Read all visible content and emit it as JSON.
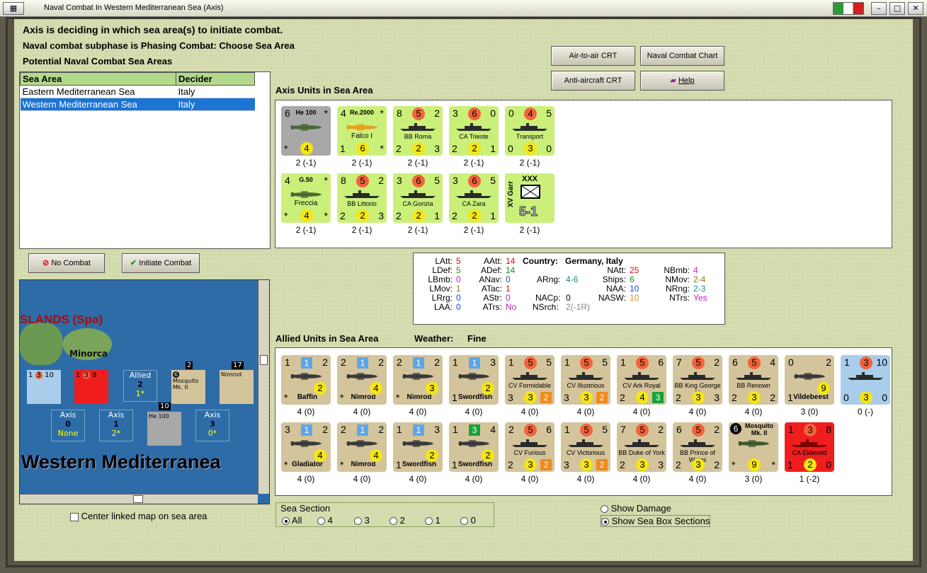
{
  "window": {
    "title": "Naval Combat In Western Mediterranean Sea (Axis)"
  },
  "header": {
    "line1": "Axis is deciding in which sea area(s) to initiate combat.",
    "line2": "Naval combat subphase is Phasing Combat: Choose Sea Area",
    "line3": "Potential Naval Combat Sea Areas"
  },
  "sea_table": {
    "col1": "Sea Area",
    "col2": "Decider",
    "rows": [
      {
        "area": "Eastern Mediterranean Sea",
        "decider": "Italy"
      },
      {
        "area": "Western Mediterranean Sea",
        "decider": "Italy"
      }
    ]
  },
  "buttons": {
    "air_to_air": "Air-to-air CRT",
    "naval_chart": "Naval Combat Chart",
    "anti_aircraft": "Anti-aircraft CRT",
    "help": "Help",
    "no_combat": "No Combat",
    "initiate": "Initiate Combat"
  },
  "axis_title": "Axis Units in Sea Area",
  "axis_units": [
    {
      "tl": "6",
      "name": "He 100",
      "tr": "*",
      "label": "",
      "bl": "*",
      "bc": "4",
      "br": "",
      "val": "2 (-1)"
    },
    {
      "tl": "4",
      "name": "Re.2000",
      "tr": "*",
      "label": "Falco I",
      "bl": "1",
      "bc": "6",
      "br": "*",
      "val": "2 (-1)"
    },
    {
      "tl": "8",
      "name": "5",
      "tr": "2",
      "label": "BB Roma",
      "bl": "2",
      "bc": "2",
      "br": "3",
      "val": "2 (-1)"
    },
    {
      "tl": "3",
      "name": "6",
      "tr": "0",
      "label": "CA Trieste",
      "bl": "2",
      "bc": "2",
      "br": "1",
      "val": "2 (-1)"
    },
    {
      "tl": "0",
      "name": "4",
      "tr": "5",
      "label": "Transport",
      "bl": "0",
      "bc": "3",
      "br": "0",
      "val": "2 (-1)"
    },
    {
      "tl": "4",
      "name": "G.50",
      "tr": "*",
      "label": "Freccia",
      "bl": "*",
      "bc": "4",
      "br": "*",
      "val": "2 (-1)"
    },
    {
      "tl": "8",
      "name": "5",
      "tr": "2",
      "label": "BB Littorio",
      "bl": "2",
      "bc": "2",
      "br": "3",
      "val": "2 (-1)"
    },
    {
      "tl": "3",
      "name": "6",
      "tr": "5",
      "label": "CA Gorizia",
      "bl": "2",
      "bc": "2",
      "br": "1",
      "val": "2 (-1)"
    },
    {
      "tl": "3",
      "name": "6",
      "tr": "5",
      "label": "CA Zara",
      "bl": "2",
      "bc": "2",
      "br": "1",
      "val": "2 (-1)"
    },
    {
      "tl": "XV Garr",
      "name": "XXX",
      "tr": "",
      "label": "5-1",
      "bl": "",
      "bc": "",
      "br": "",
      "val": "2 (-1)"
    }
  ],
  "stats": {
    "latt": "LAtt:",
    "latt_v": "5",
    "ldef": "LDef:",
    "ldef_v": "5",
    "lbmb": "LBmb:",
    "lbmb_v": "0",
    "lmov": "LMov:",
    "lmov_v": "1",
    "lrrg": "LRrg:",
    "lrrg_v": "0",
    "laa": "LAA:",
    "laa_v": "0",
    "aatt": "AAtt:",
    "aatt_v": "14",
    "adef": "ADef:",
    "adef_v": "14",
    "anav": "ANav:",
    "anav_v": "0",
    "atac": "ATac:",
    "atac_v": "1",
    "astr": "AStr:",
    "astr_v": "0",
    "atrs": "ATrs:",
    "atrs_v": "No",
    "country": "Country:",
    "country_v": "Germany, Italy",
    "arng": "ARng:",
    "arng_v": "4-6",
    "nacp": "NACp:",
    "nacp_v": "0",
    "nsrch": "NSrch:",
    "nsrch_v": "2(-1R)",
    "natt": "NAtt:",
    "natt_v": "25",
    "ships": "Ships:",
    "ships_v": "6",
    "naa": "NAA:",
    "naa_v": "10",
    "nasw": "NASW:",
    "nasw_v": "10",
    "nbmb": "NBmb:",
    "nbmb_v": "4",
    "nmov": "NMov:",
    "nmov_v": "2-4",
    "nrng": "NRng:",
    "nrng_v": "2-3",
    "ntrs": "NTrs:",
    "ntrs_v": "Yes"
  },
  "allied_title": "Allied Units in Sea Area",
  "weather_label": "Weather:",
  "weather": "Fine",
  "allied_units": [
    {
      "tl": "1",
      "mid": "1",
      "tr": "2",
      "label": "Baffin",
      "bl": "*",
      "bc": "2",
      "br": "",
      "val": "4 (0)",
      "kind": "air"
    },
    {
      "tl": "2",
      "mid": "1",
      "tr": "2",
      "label": "Nimrod",
      "bl": "*",
      "bc": "4",
      "br": "",
      "val": "4 (0)",
      "kind": "air"
    },
    {
      "tl": "2",
      "mid": "1",
      "tr": "2",
      "label": "Nimrod",
      "bl": "*",
      "bc": "3",
      "br": "",
      "val": "4 (0)",
      "kind": "air"
    },
    {
      "tl": "1",
      "mid": "1",
      "tr": "3",
      "label": "Swordfish",
      "bl": "1",
      "bc": "2",
      "br": "",
      "val": "4 (0)",
      "kind": "air"
    },
    {
      "tl": "1",
      "mid": "5",
      "tr": "5",
      "label": "CV Formidable",
      "bl": "3",
      "bc": "3",
      "br": "2",
      "val": "4 (0)",
      "kind": "cv"
    },
    {
      "tl": "1",
      "mid": "5",
      "tr": "5",
      "label": "CV Illustrious",
      "bl": "3",
      "bc": "3",
      "br": "2",
      "val": "4 (0)",
      "kind": "cv"
    },
    {
      "tl": "1",
      "mid": "5",
      "tr": "6",
      "label": "CV Ark Royal",
      "bl": "2",
      "bc": "4",
      "br": "3",
      "val": "4 (0)",
      "kind": "cvg"
    },
    {
      "tl": "7",
      "mid": "5",
      "tr": "2",
      "label": "BB King George V",
      "bl": "2",
      "bc": "3",
      "br": "3",
      "val": "4 (0)",
      "kind": "bb"
    },
    {
      "tl": "6",
      "mid": "5",
      "tr": "4",
      "label": "BB Renown",
      "bl": "2",
      "bc": "3",
      "br": "2",
      "val": "4 (0)",
      "kind": "bb"
    },
    {
      "tl": "0",
      "mid": "",
      "tr": "2",
      "label": "Vildebeest",
      "bl": "1",
      "bc": "9",
      "br": "",
      "val": "3 (0)",
      "kind": "air"
    },
    {
      "tl": "1",
      "mid": "3",
      "tr": "10",
      "label": "",
      "bl": "0",
      "bc": "3",
      "br": "0",
      "val": "0 (-)",
      "kind": "blue"
    },
    {
      "tl": "3",
      "mid": "1",
      "tr": "2",
      "label": "Gladiator",
      "bl": "*",
      "bc": "4",
      "br": "",
      "val": "4 (0)",
      "kind": "air"
    },
    {
      "tl": "2",
      "mid": "1",
      "tr": "2",
      "label": "Nimrod",
      "bl": "*",
      "bc": "4",
      "br": "",
      "val": "4 (0)",
      "kind": "air"
    },
    {
      "tl": "1",
      "mid": "1",
      "tr": "3",
      "label": "Swordfish",
      "bl": "1",
      "bc": "2",
      "br": "",
      "val": "4 (0)",
      "kind": "air"
    },
    {
      "tl": "1",
      "mid": "3",
      "tr": "4",
      "label": "Swordfish",
      "bl": "1",
      "bc": "2",
      "br": "",
      "val": "4 (0)",
      "kind": "airg"
    },
    {
      "tl": "2",
      "mid": "5",
      "tr": "6",
      "label": "CV Furious",
      "bl": "2",
      "bc": "3",
      "br": "2",
      "val": "4 (0)",
      "kind": "cv"
    },
    {
      "tl": "1",
      "mid": "5",
      "tr": "5",
      "label": "CV Victorious",
      "bl": "3",
      "bc": "3",
      "br": "2",
      "val": "4 (0)",
      "kind": "cv"
    },
    {
      "tl": "7",
      "mid": "5",
      "tr": "2",
      "label": "BB Duke of York",
      "bl": "2",
      "bc": "3",
      "br": "3",
      "val": "4 (0)",
      "kind": "bb"
    },
    {
      "tl": "6",
      "mid": "5",
      "tr": "2",
      "label": "BB Prince of Wales",
      "bl": "2",
      "bc": "3",
      "br": "2",
      "val": "4 (0)",
      "kind": "bb"
    },
    {
      "tl": "6",
      "mid": "Mosquito Mk. II",
      "tr": "",
      "label": "",
      "bl": "*",
      "bc": "9",
      "br": "*",
      "val": "3 (0)",
      "kind": "mosq"
    },
    {
      "tl": "1",
      "mid": "3",
      "tr": "8",
      "label": "CA Eldavold",
      "bl": "1",
      "bc": "2",
      "br": "0",
      "val": "1 (-2)",
      "kind": "red"
    }
  ],
  "map": {
    "islands": "SLANDS (Spa)",
    "minorca": "Minorca",
    "sea": "Western Mediterranea",
    "allied_box": "Allied",
    "allied_v": "2",
    "allied_s": "1*",
    "axis_boxes": [
      {
        "l": "Axis",
        "v": "0",
        "s": "None"
      },
      {
        "l": "Axis",
        "v": "1",
        "s": "2*"
      },
      {
        "l": "Axis",
        "v": "3",
        "s": "0*"
      }
    ],
    "stack10": "10",
    "stack17": "17",
    "stack2": "2",
    "he100": "He 100",
    "mosq": "Mosquito Mk. II",
    "nimrod": "Nimrod"
  },
  "center_map": "Center linked map on sea area",
  "sea_section": {
    "legend": "Sea Section",
    "opts": [
      "All",
      "4",
      "3",
      "2",
      "1",
      "0"
    ]
  },
  "show_damage": "Show Damage",
  "show_boxes": "Show Sea Box Sections"
}
